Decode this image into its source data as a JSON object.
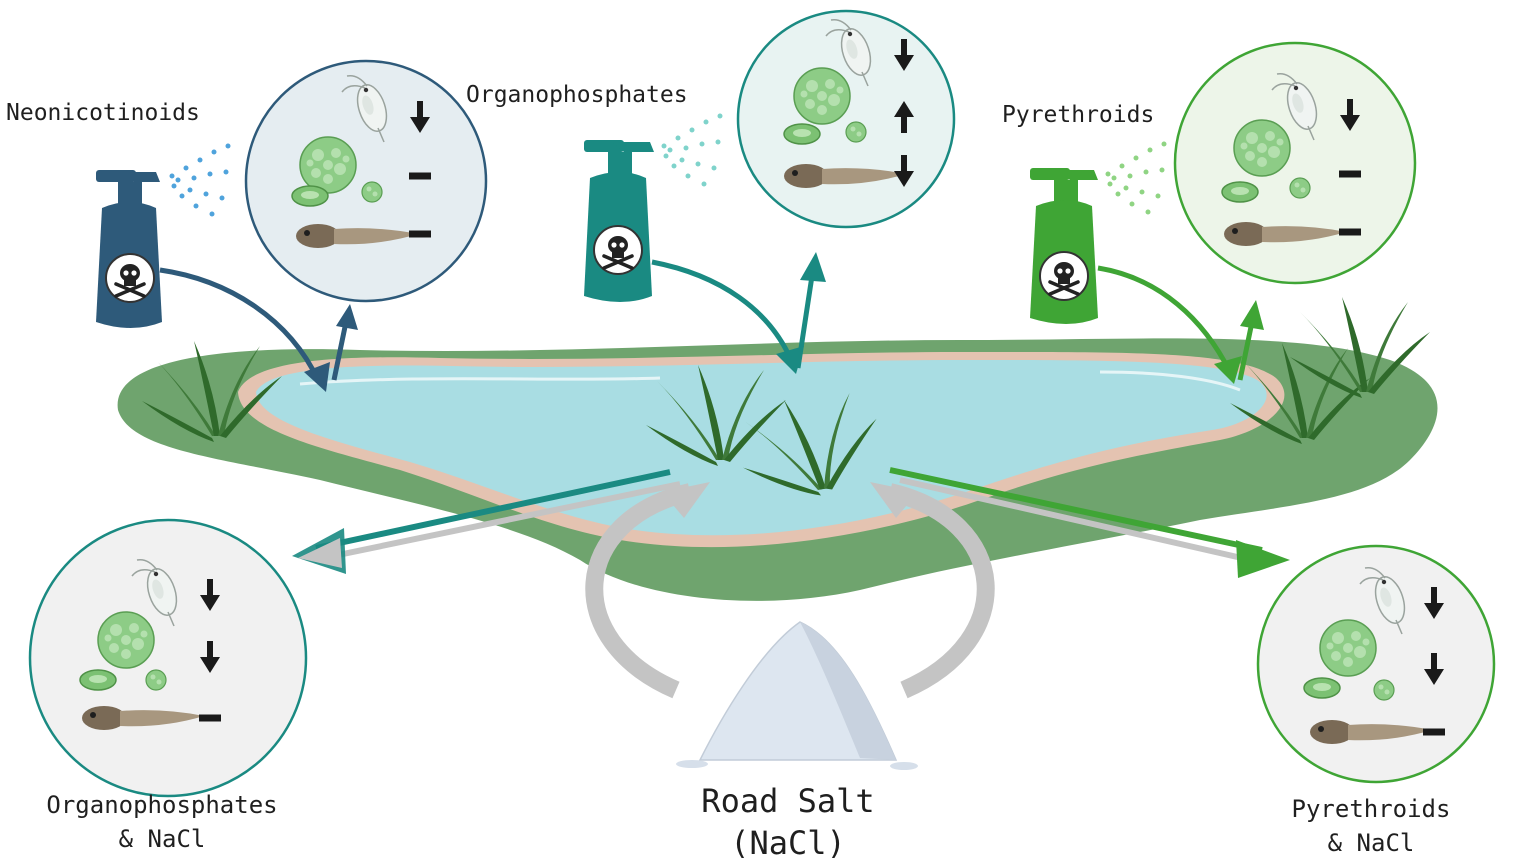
{
  "labels": {
    "neonicotinoids": "Neonicotinoids",
    "organophosphates": "Organophosphates",
    "pyrethroids": "Pyrethroids",
    "organophosphates_nacl_line1": "Organophosphates",
    "organophosphates_nacl_line2": "& NaCl",
    "pyrethroids_nacl_line1": "Pyrethroids",
    "pyrethroids_nacl_line2": "& NaCl",
    "road_salt_line1": "Road Salt",
    "road_salt_line2": "(NaCl)"
  },
  "effects": {
    "neonicotinoids": {
      "zooplankton": "decrease",
      "algae": "no change",
      "tadpole": "no change"
    },
    "organophosphates": {
      "zooplankton": "decrease",
      "algae": "increase",
      "tadpole": "decrease"
    },
    "pyrethroids": {
      "zooplankton": "decrease",
      "algae": "no change",
      "tadpole": "no change"
    },
    "organophosphates_nacl": {
      "zooplankton": "decrease",
      "algae": "decrease",
      "tadpole": "no change"
    },
    "pyrethroids_nacl": {
      "zooplankton": "decrease",
      "algae": "decrease",
      "tadpole": "no change"
    }
  },
  "colors": {
    "neonicotinoids": "#2e5a7a",
    "organophosphates": "#1a8a82",
    "pyrethroids": "#3fa535",
    "pond_water": "#a9dde3",
    "pond_bank": "#e4c3b1",
    "grass_ring": "#5f9a5e",
    "salt_arrow": "#c4c4c4"
  }
}
